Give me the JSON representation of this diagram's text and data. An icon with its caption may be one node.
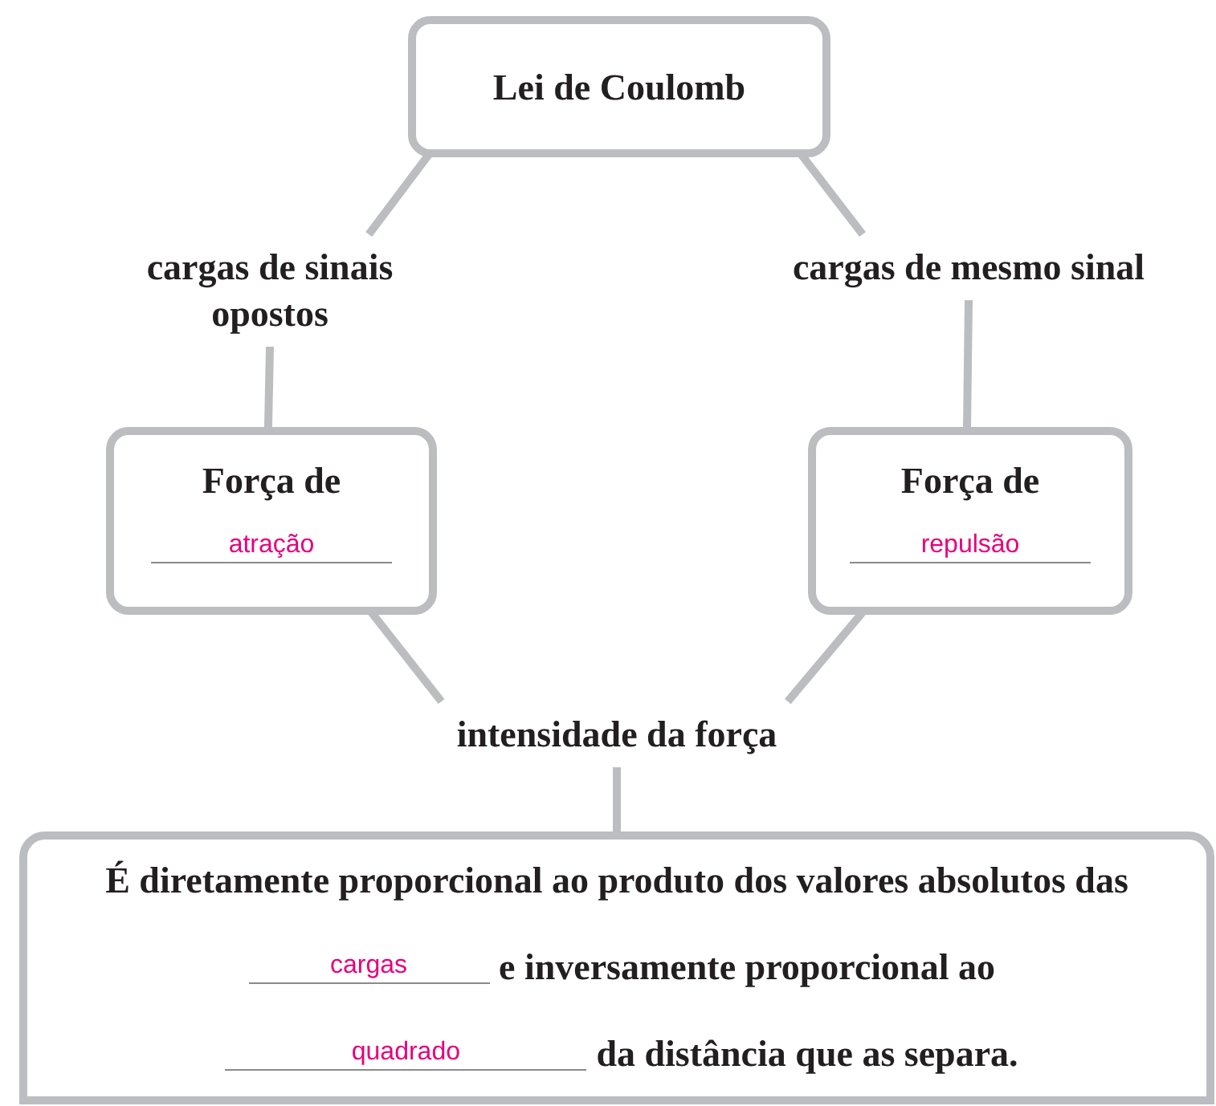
{
  "diagram": {
    "nodes": [
      {
        "text": [
          "Lei de Coulomb"
        ]
      },
      {
        "text": [
          "cargas de sinais opostos"
        ]
      },
      {
        "text": [
          "cargas de mesmo sinal"
        ]
      },
      {
        "text": [
          "Força de",
          "atração"
        ]
      },
      {
        "text": [
          "Força de",
          "repulsão"
        ]
      },
      {
        "text": [
          "intensidade da força"
        ]
      },
      {
        "text": [
          "É diretamente proporcional ao produto dos valores absolutos das",
          "cargas",
          "e inversamente proporcional ao",
          "quadrado",
          "da distância que as separa."
        ]
      }
    ],
    "edges": [
      {
        "from": 0,
        "to": 1,
        "arrow": "none"
      },
      {
        "from": 0,
        "to": 2,
        "arrow": "none"
      },
      {
        "from": 1,
        "to": 3,
        "arrow": "none"
      },
      {
        "from": 2,
        "to": 4,
        "arrow": "none"
      },
      {
        "from": 3,
        "to": 5,
        "arrow": "none"
      },
      {
        "from": 4,
        "to": 5,
        "arrow": "none"
      },
      {
        "from": 5,
        "to": 6,
        "arrow": "none"
      }
    ]
  }
}
